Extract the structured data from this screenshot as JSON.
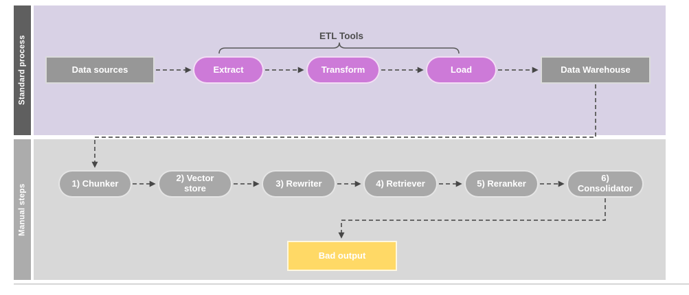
{
  "lanes": {
    "standard": {
      "label": "Standard process"
    },
    "manual": {
      "label": "Manual steps"
    }
  },
  "etl_group": {
    "brace_label": "ETL Tools"
  },
  "nodes": {
    "data_sources": {
      "label": "Data sources"
    },
    "extract": {
      "label": "Extract"
    },
    "transform": {
      "label": "Transform"
    },
    "load": {
      "label": "Load"
    },
    "data_warehouse": {
      "label": "Data Warehouse"
    },
    "chunker": {
      "label": "1) Chunker"
    },
    "vector_store": {
      "label": "2) Vector store"
    },
    "rewriter": {
      "label": "3) Rewriter"
    },
    "retriever": {
      "label": "4) Retriever"
    },
    "reranker": {
      "label": "5) Reranker"
    },
    "consolidator": {
      "label": "6) Consolidator"
    },
    "bad_output": {
      "label": "Bad output"
    }
  },
  "edges": [
    {
      "from": "data_sources",
      "to": "extract"
    },
    {
      "from": "extract",
      "to": "transform"
    },
    {
      "from": "transform",
      "to": "load"
    },
    {
      "from": "load",
      "to": "data_warehouse"
    },
    {
      "from": "data_warehouse",
      "to": "chunker"
    },
    {
      "from": "chunker",
      "to": "vector_store"
    },
    {
      "from": "vector_store",
      "to": "rewriter"
    },
    {
      "from": "rewriter",
      "to": "retriever"
    },
    {
      "from": "retriever",
      "to": "reranker"
    },
    {
      "from": "reranker",
      "to": "consolidator"
    },
    {
      "from": "consolidator",
      "to": "bad_output"
    }
  ],
  "colors": {
    "standard_lane_bg": "#d8d1e5",
    "manual_lane_bg": "#d8d8d8",
    "standard_bar_bg": "#5f5f5f",
    "manual_bar_bg": "#acacac",
    "etl_node_bg": "#cd7ad8",
    "gray_node_bg": "#979797",
    "manual_node_bg": "#a8a8a8",
    "output_node_bg": "#ffd966",
    "connector": "#666666",
    "arrowhead": "#474747",
    "brace": "#595959"
  }
}
